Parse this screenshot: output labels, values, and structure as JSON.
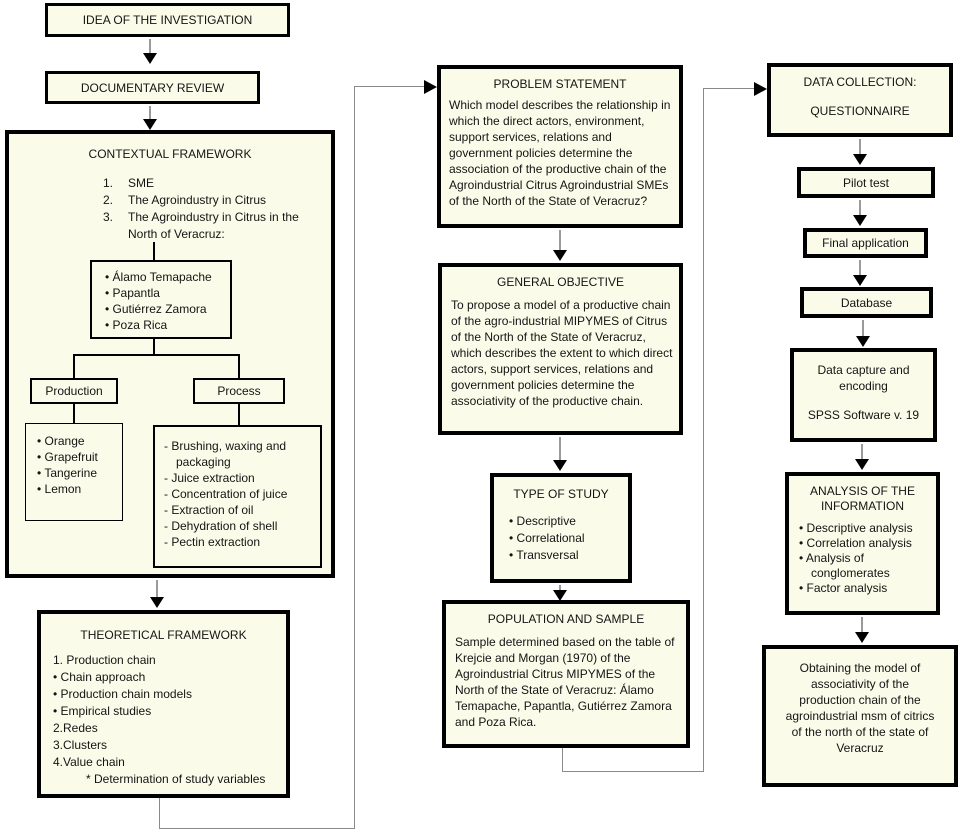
{
  "colors": {
    "box_fill": "#FBFBE9",
    "border": "#000000",
    "connector_gray": "#8a8a8a",
    "arrow_black": "#000000"
  },
  "idea": {
    "label": "IDEA OF THE INVESTIGATION"
  },
  "documentary": {
    "label": "DOCUMENTARY REVIEW"
  },
  "contextual": {
    "title": "CONTEXTUAL FRAMEWORK",
    "numbered": [
      {
        "n": "1.",
        "t": "SME"
      },
      {
        "n": "2.",
        "t": "The Agroindustry in Citrus"
      },
      {
        "n": "3.",
        "t": "The Agroindustry in Citrus in the North of Veracruz:"
      }
    ],
    "municipalities": [
      "• Álamo Temapache",
      "• Papantla",
      "• Gutiérrez Zamora",
      "• Poza Rica"
    ],
    "production_label": "Production",
    "process_label": "Process",
    "fruits": [
      "• Orange",
      "• Grapefruit",
      "• Tangerine",
      "• Lemon"
    ],
    "process_steps": [
      "- Brushing, waxing and packaging",
      "- Juice extraction",
      "- Concentration of juice",
      "- Extraction of oil",
      "- Dehydration of shell",
      "- Pectin extraction"
    ]
  },
  "theoretical": {
    "title": "THEORETICAL FRAMEWORK",
    "lines": [
      "1. Production chain",
      "• Chain approach",
      "• Production chain models",
      "• Empirical studies",
      "2.Redes",
      "3.Clusters",
      "4.Value chain",
      "* Determination of study variables"
    ]
  },
  "problem": {
    "title": "PROBLEM STATEMENT",
    "body": "Which model describes the relationship in which the direct actors, environment, support services, relations and government policies determine the association of the productive chain of the Agroindustrial Citrus Agroindustrial SMEs of the North of the State of Veracruz?"
  },
  "objective": {
    "title": "GENERAL OBJECTIVE",
    "body": "To propose a model of a productive chain of the agro-industrial MIPYMES of Citrus of the North of the State of Veracruz, which describes the extent to which direct actors, support services, relations and government policies determine the associativity of the productive chain."
  },
  "type_of_study": {
    "title": "TYPE OF STUDY",
    "items": [
      "• Descriptive",
      "• Correlational",
      "• Transversal"
    ]
  },
  "population": {
    "title": "POPULATION AND SAMPLE",
    "body": "Sample determined based on the table of Krejcie and Morgan (1970) of the Agroindustrial Citrus MIPYMES of the North of the State of Veracruz: Álamo Temapache, Papantla, Gutiérrez Zamora and Poza Rica."
  },
  "data_collection": {
    "line1": "DATA COLLECTION:",
    "line2": "QUESTIONNAIRE"
  },
  "pilot": {
    "label": "Pilot test"
  },
  "final_application": {
    "label": "Final application"
  },
  "database": {
    "label": "Database"
  },
  "data_capture": {
    "line1": "Data capture and encoding",
    "line2": "SPSS Software v. 19"
  },
  "analysis": {
    "title": "ANALYSIS OF THE INFORMATION",
    "items": [
      "• Descriptive analysis",
      "• Correlation analysis",
      "• Analysis of conglomerates",
      "• Factor analysis"
    ]
  },
  "obtaining": {
    "body": "Obtaining the model of associativity of the production chain of the agroindustrial msm of citrics of the north of the state of Veracruz"
  }
}
